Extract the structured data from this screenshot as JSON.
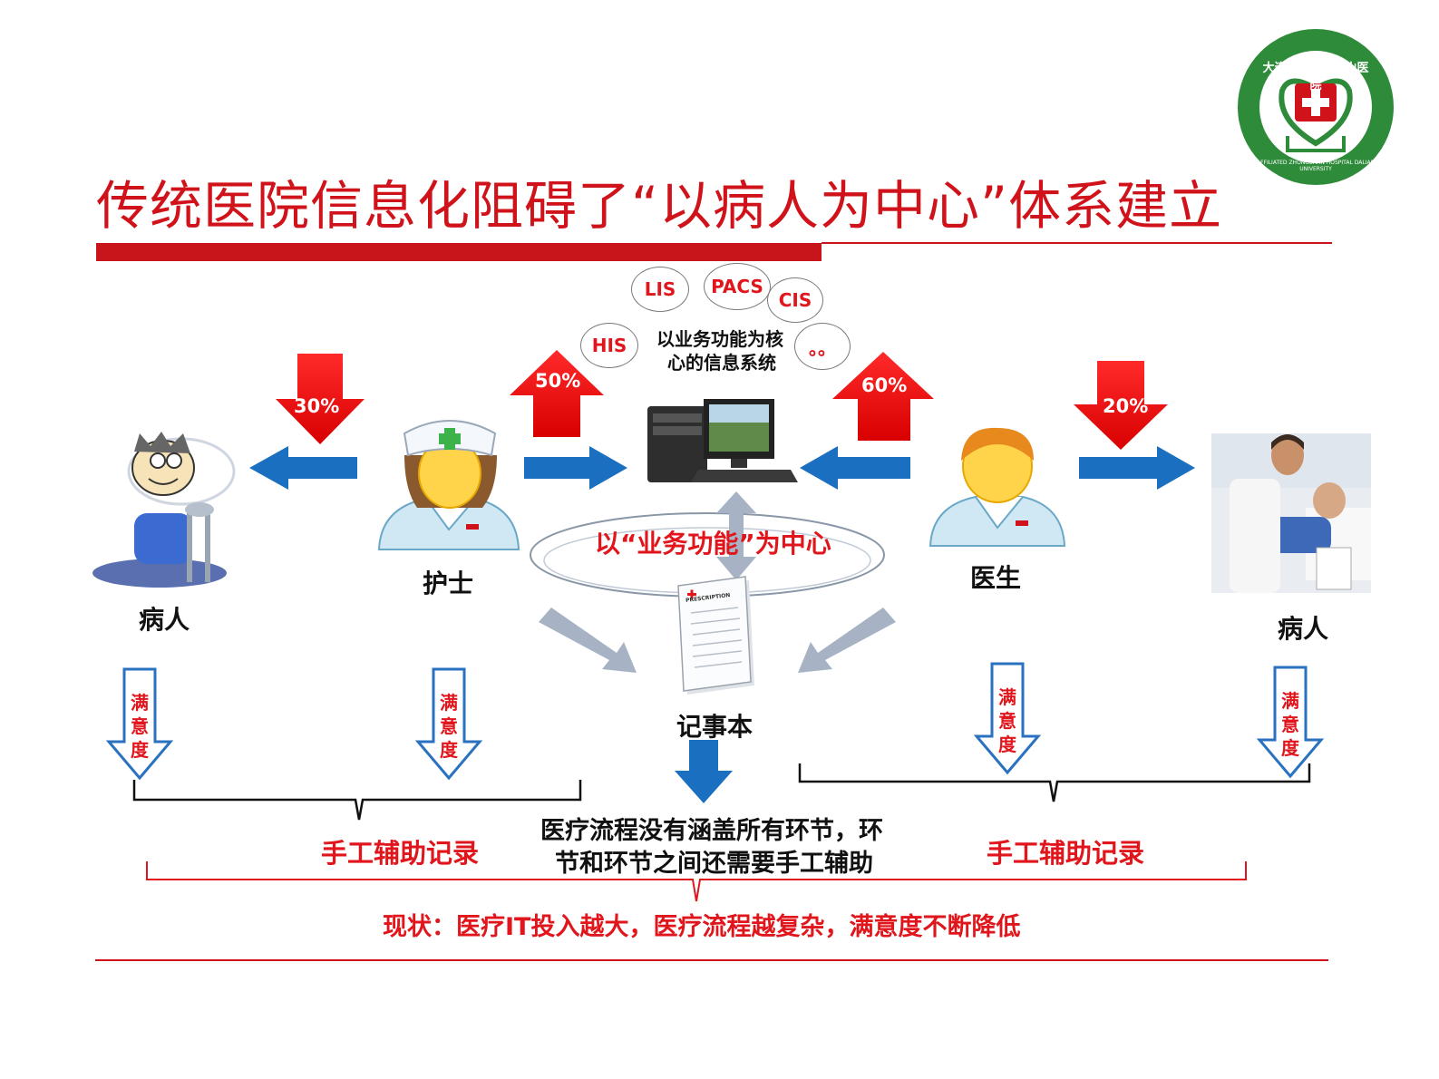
{
  "title": "传统医院信息化阻碍了“以病人为中心”体系建立",
  "logo": {
    "arc_top_text": "大连大学附属中山医院",
    "arc_bottom_text": "AFFILIATED ZHONGSHAN HOSPITAL DALIAN UNIVERSITY",
    "colors": {
      "green": "#2e8b3a",
      "red": "#d0131a"
    }
  },
  "bubbles": {
    "lis": "LIS",
    "pacs": "PACS",
    "cis": "CIS",
    "his": "HIS",
    "etc": "。。"
  },
  "info_system_label_1": "以业务功能为核",
  "info_system_label_2": "心的信息系统",
  "percents": {
    "p30": "30%",
    "p50": "50%",
    "p60": "60%",
    "p20": "20%"
  },
  "roles": {
    "patient_left": "病人",
    "nurse": "护士",
    "doctor": "医生",
    "patient_right": "病人",
    "notebook": "记事本"
  },
  "center_label": "以“业务功能”为中心",
  "prescription_text": "PRESCRIPTION",
  "satisfaction": [
    "满",
    "意",
    "度"
  ],
  "manual_left": "手工辅助记录",
  "manual_right": "手工辅助记录",
  "process_note_1": "医疗流程没有涵盖所有环节，环",
  "process_note_2": "节和环节之间还需要手工辅助",
  "status": "现状：医疗IT投入越大，医疗流程越复杂，满意度不断降低",
  "colors": {
    "accent_red": "#e0161c",
    "blue": "#1a6fc0",
    "gray_arrow": "#a7b3c4"
  }
}
